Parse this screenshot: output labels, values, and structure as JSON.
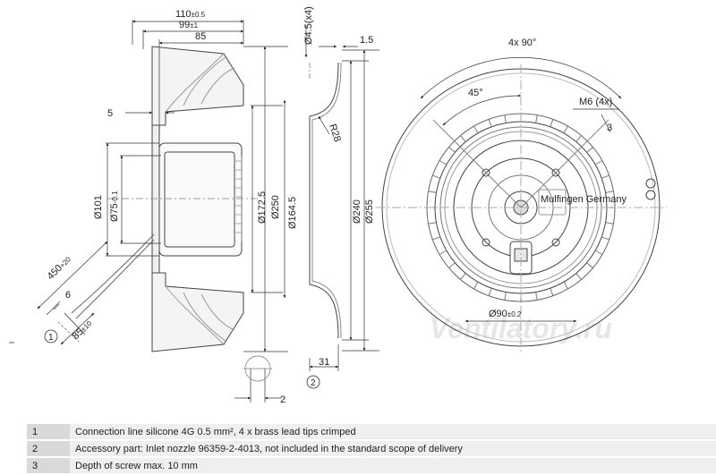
{
  "dimensions": {
    "d110": "110",
    "d110_tol": "±0.5",
    "d99": "99",
    "d99_tol": "±1",
    "d85_top": "85",
    "d5": "5",
    "d101": "Ø101",
    "d75": "Ø75",
    "d75_tol": "-0.1",
    "d1725": "Ø172.5",
    "d250": "Ø250",
    "d1645": "Ø164.5",
    "d45x4": "Ø4.5(x4)",
    "d15": "1.5",
    "r28": "R28",
    "d240": "Ø240",
    "d255": "Ø255",
    "d31": "31",
    "d2": "2",
    "d450": "450",
    "d450_tol": "+20",
    "d6": "6",
    "d85_cable": "85",
    "d85_cable_tol": "±10",
    "ang4x90": "4x 90°",
    "ang45": "45°",
    "m6": "M6 (4x)",
    "d90": "Ø90",
    "d90_tol": "±0.2"
  },
  "callouts": {
    "c1": "1",
    "c2": "2",
    "c3": "3"
  },
  "label": {
    "plate": "Mulfingen Germany"
  },
  "watermark": "Ventilatory.ru",
  "legend": [
    {
      "num": "1",
      "text": "Connection line silicone 4G 0.5 mm², 4 x brass lead tips crimped"
    },
    {
      "num": "2",
      "text": "Accessory part: Inlet nozzle 96359-2-4013, not included in the standard scope of delivery"
    },
    {
      "num": "3",
      "text": "Depth of screw max. 10 mm"
    }
  ]
}
